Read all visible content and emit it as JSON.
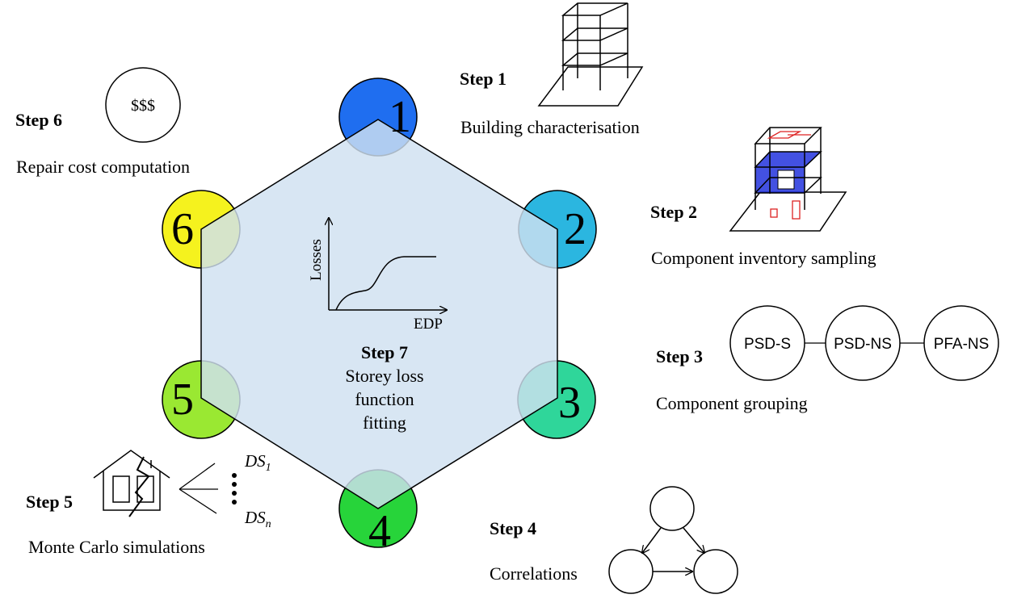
{
  "colors": {
    "hexagon_fill": "#cfe0f0",
    "step1": "#1f6ef0",
    "step2": "#2bb6e0",
    "step3": "#2fd69a",
    "step4": "#27d43a",
    "step5": "#9ae832",
    "step6": "#f5f21e",
    "damage": "#2233dd",
    "nonstructural": "#dd2222"
  },
  "steps": {
    "s1": {
      "number": "1",
      "title": "Step 1",
      "desc": "Building characterisation",
      "icon": "building-frame-icon"
    },
    "s2": {
      "number": "2",
      "title": "Step 2",
      "desc": "Component inventory sampling",
      "icon": "building-components-icon"
    },
    "s3": {
      "number": "3",
      "title": "Step 3",
      "desc": "Component grouping",
      "groups": [
        "PSD-S",
        "PSD-NS",
        "PFA-NS"
      ]
    },
    "s4": {
      "number": "4",
      "title": "Step 4",
      "desc": "Correlations",
      "icon": "correlation-graph-icon"
    },
    "s5": {
      "number": "5",
      "title": "Step 5",
      "desc": "Monte Carlo simulations",
      "ds_first": "DS",
      "ds_first_sub": "1",
      "ds_last": "DS",
      "ds_last_sub": "n",
      "icon": "damaged-house-icon"
    },
    "s6": {
      "number": "6",
      "title": "Step 6",
      "desc": "Repair cost computation",
      "cost": "$$$"
    },
    "s7": {
      "title": "Step 7",
      "line1": "Storey loss",
      "line2": "function",
      "line3": "fitting",
      "ylabel": "Losses",
      "xlabel": "EDP"
    }
  }
}
